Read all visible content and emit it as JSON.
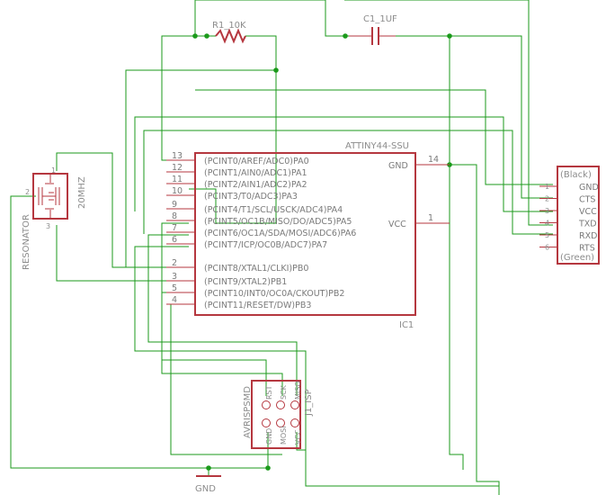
{
  "resistor": {
    "ref": "R1",
    "value": "10K"
  },
  "capacitor": {
    "ref": "C1",
    "value": "1UF"
  },
  "ic": {
    "part": "ATTINY44-SSU",
    "ref": "IC1",
    "left_pins": [
      {
        "num": "13",
        "name": "(PCINT0/AREF/ADC0)PA0"
      },
      {
        "num": "12",
        "name": "(PCINT1/AIN0/ADC1)PA1"
      },
      {
        "num": "11",
        "name": "(PCINT2/AIN1/ADC2)PA2"
      },
      {
        "num": "10",
        "name": "(PCINT3/T0/ADC3)PA3"
      },
      {
        "num": "9",
        "name": "(PCINT4/T1/SCL/USCK/ADC4)PA4"
      },
      {
        "num": "8",
        "name": "(PCINT5/OC1B/MISO/DO/ADC5)PA5"
      },
      {
        "num": "7",
        "name": "(PCINT6/OC1A/SDA/MOSI/ADC6)PA6"
      },
      {
        "num": "6",
        "name": "(PCINT7/ICP/OC0B/ADC7)PA7"
      },
      {
        "num": "2",
        "name": "(PCINT8/XTAL1/CLKI)PB0"
      },
      {
        "num": "3",
        "name": "(PCINT9/XTAL2)PB1"
      },
      {
        "num": "5",
        "name": "(PCINT10/INT0/OC0A/CKOUT)PB2"
      },
      {
        "num": "4",
        "name": "(PCINT11/RESET/DW)PB3"
      }
    ],
    "right_pins": [
      {
        "num": "14",
        "name": "GND"
      },
      {
        "num": "1",
        "name": "VCC"
      }
    ]
  },
  "resonator": {
    "ref": "RESONATOR",
    "value": "20MHZ",
    "pins": [
      "1",
      "2",
      "3"
    ]
  },
  "ftdi": {
    "top_label": "(Black)",
    "bottom_label": "(Green)",
    "pins": [
      "GND",
      "CTS",
      "VCC",
      "TXD",
      "RXD",
      "RTS"
    ],
    "pin_numbers": [
      "1",
      "2",
      "3",
      "4",
      "5",
      "6"
    ]
  },
  "isp": {
    "ref": "J1_ISP",
    "value": "AVRISPSMD",
    "top_pins": [
      "RST",
      "SCK",
      "MISO"
    ],
    "bottom_pins": [
      "GND",
      "MOSI",
      "VCC"
    ]
  },
  "ground": {
    "label": "GND"
  }
}
